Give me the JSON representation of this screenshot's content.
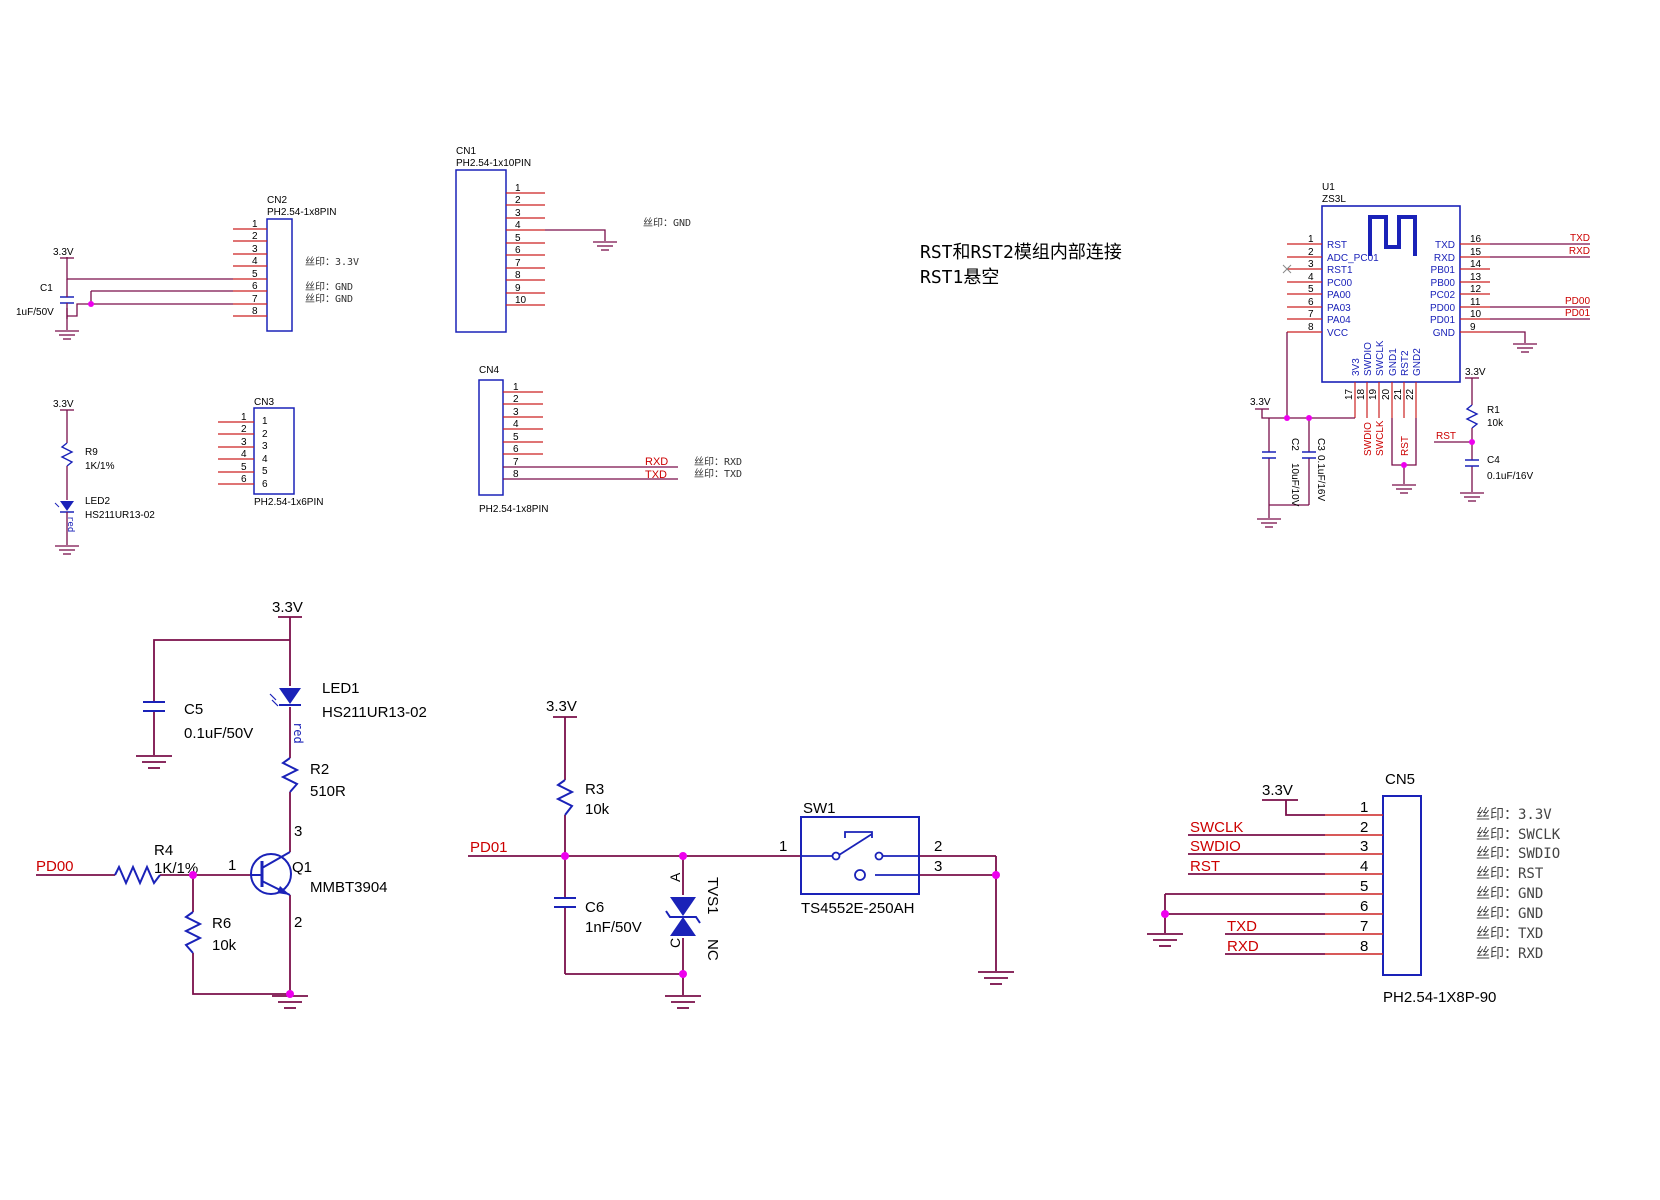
{
  "note": {
    "line1": "RST和RST2模组内部连接",
    "line2": "RST1悬空"
  },
  "colors": {
    "wire": "#7a0f4a",
    "component": "#1a22b8",
    "pin": "#cc2222",
    "net": "#cc0000",
    "junction": "#ee00ee",
    "text": "#000000"
  },
  "power": {
    "v33": "3.3V"
  },
  "silkprefix": "丝印：",
  "cn2": {
    "ref": "CN2",
    "value": "PH2.54-1x8PIN",
    "pins": [
      "1",
      "2",
      "3",
      "4",
      "5",
      "6",
      "7",
      "8"
    ],
    "silk_33": "丝印：3.3V",
    "silk_gnd1": "丝印：GND",
    "silk_gnd2": "丝印：GND"
  },
  "c1": {
    "ref": "C1",
    "value": "1uF/50V"
  },
  "cn1": {
    "ref": "CN1",
    "value": "PH2.54-1x10PIN",
    "pins": [
      "1",
      "2",
      "3",
      "4",
      "5",
      "6",
      "7",
      "8",
      "9",
      "10"
    ],
    "silk_gnd": "丝印：GND"
  },
  "cn3": {
    "ref": "CN3",
    "value": "PH2.54-1x6PIN",
    "pins": [
      "1",
      "2",
      "3",
      "4",
      "5",
      "6"
    ]
  },
  "cn4": {
    "ref": "CN4",
    "value": "PH2.54-1x8PIN",
    "pins": [
      "1",
      "2",
      "3",
      "4",
      "5",
      "6",
      "7",
      "8"
    ],
    "net7": "RXD",
    "net8": "TXD",
    "silk7": "丝印：RXD",
    "silk8": "丝印：TXD"
  },
  "r9": {
    "ref": "R9",
    "value": "1K/1%"
  },
  "led2": {
    "ref": "LED2",
    "value": "HS211UR13-02",
    "color": "red"
  },
  "u1": {
    "ref": "U1",
    "value": "ZS3L",
    "left_pins": [
      {
        "num": "1",
        "name": "RST"
      },
      {
        "num": "2",
        "name": "ADC_PC01"
      },
      {
        "num": "3",
        "name": "RST1"
      },
      {
        "num": "4",
        "name": "PC00"
      },
      {
        "num": "5",
        "name": "PA00"
      },
      {
        "num": "6",
        "name": "PA03"
      },
      {
        "num": "7",
        "name": "PA04"
      },
      {
        "num": "8",
        "name": "VCC"
      }
    ],
    "right_pins": [
      {
        "num": "16",
        "name": "TXD"
      },
      {
        "num": "15",
        "name": "RXD"
      },
      {
        "num": "14",
        "name": "PB01"
      },
      {
        "num": "13",
        "name": "PB00"
      },
      {
        "num": "12",
        "name": "PC02"
      },
      {
        "num": "11",
        "name": "PD00"
      },
      {
        "num": "10",
        "name": "PD01"
      },
      {
        "num": "9",
        "name": "GND"
      }
    ],
    "bottom_pins": [
      {
        "num": "17",
        "name": "3V3"
      },
      {
        "num": "18",
        "name": "SWDIO"
      },
      {
        "num": "19",
        "name": "SWCLK"
      },
      {
        "num": "20",
        "name": "GND1"
      },
      {
        "num": "21",
        "name": "RST2"
      },
      {
        "num": "22",
        "name": "GND2"
      }
    ],
    "nets": {
      "txd": "TXD",
      "rxd": "RXD",
      "pd00": "PD00",
      "pd01": "PD01",
      "swdio": "SWDIO",
      "swclk": "SWCLK",
      "rst": "RST"
    }
  },
  "c2": {
    "ref": "C2",
    "value": "10uF/10V"
  },
  "c3": {
    "ref": "C3",
    "value": "0.1uF/16V"
  },
  "r1": {
    "ref": "R1",
    "value": "10k",
    "net": "RST"
  },
  "c4": {
    "ref": "C4",
    "value": "0.1uF/16V"
  },
  "led1": {
    "ref": "LED1",
    "value": "HS211UR13-02",
    "color": "red"
  },
  "c5": {
    "ref": "C5",
    "value": "0.1uF/50V"
  },
  "r2": {
    "ref": "R2",
    "value": "510R"
  },
  "r4": {
    "ref": "R4",
    "value": "1K/1%",
    "net": "PD00"
  },
  "q1": {
    "ref": "Q1",
    "value": "MMBT3904",
    "pin1": "1",
    "pin2": "2",
    "pin3": "3"
  },
  "r6": {
    "ref": "R6",
    "value": "10k"
  },
  "r3": {
    "ref": "R3",
    "value": "10k"
  },
  "c6": {
    "ref": "C6",
    "value": "1nF/50V"
  },
  "tvs1": {
    "ref": "TVS1",
    "value": "NC",
    "anode": "A",
    "cathode": "C"
  },
  "sw1": {
    "ref": "SW1",
    "value": "TS4552E-250AH",
    "net": "PD01",
    "pin1": "1",
    "pin2": "2",
    "pin3": "3"
  },
  "cn5": {
    "ref": "CN5",
    "value": "PH2.54-1X8P-90",
    "pins": [
      "1",
      "2",
      "3",
      "4",
      "5",
      "6",
      "7",
      "8"
    ],
    "nets": [
      "3.3V",
      "SWCLK",
      "SWDIO",
      "RST",
      "",
      "",
      "TXD",
      "RXD"
    ],
    "silk": [
      "丝印：3.3V",
      "丝印：SWCLK",
      "丝印：SWDIO",
      "丝印：RST",
      "丝印：GND",
      "丝印：GND",
      "丝印：TXD",
      "丝印：RXD"
    ]
  }
}
